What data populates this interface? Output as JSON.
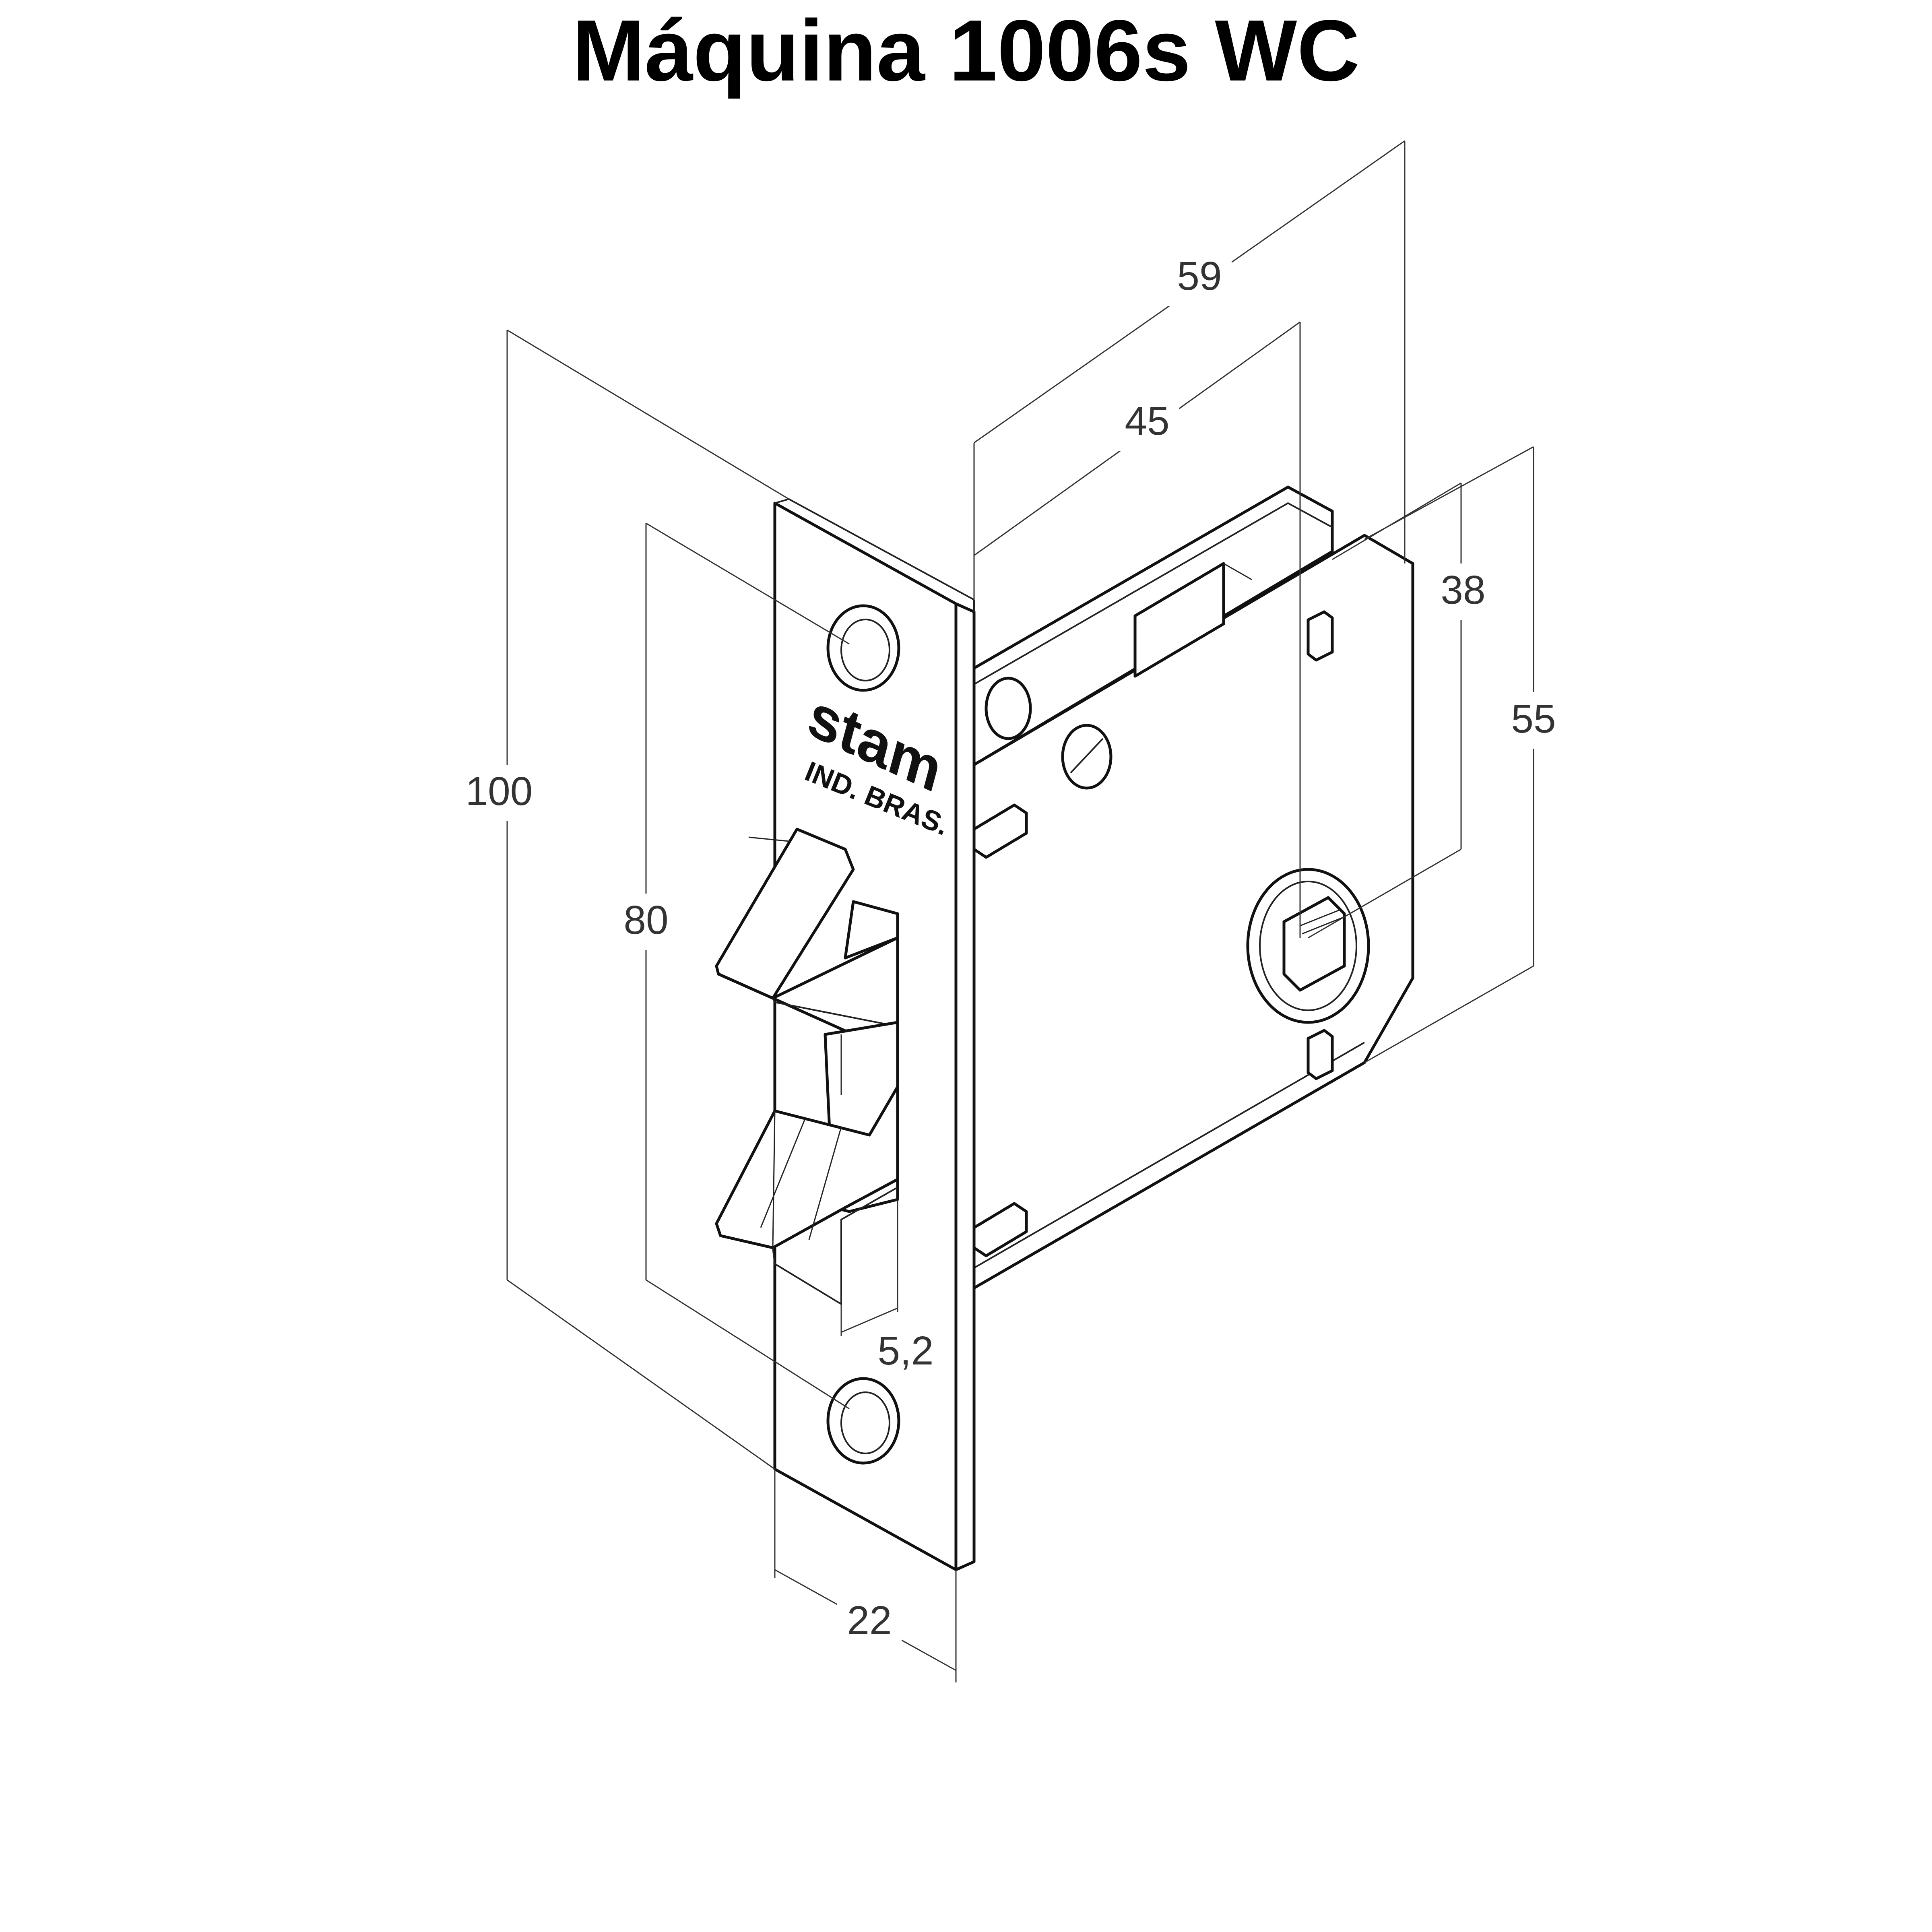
{
  "title": "Máquina 1006s WC",
  "brand": {
    "logo_text": "stam",
    "subtext": "IND. BRAS."
  },
  "dimensions": {
    "height_total": "100",
    "height_bolts": "80",
    "faceplate_width": "22",
    "latch_offset": "5,2",
    "depth_total": "59",
    "backset": "45",
    "hub_top": "38",
    "body_height": "55"
  },
  "colors": {
    "line": "#111111",
    "text": "#333333",
    "background": "#ffffff"
  }
}
